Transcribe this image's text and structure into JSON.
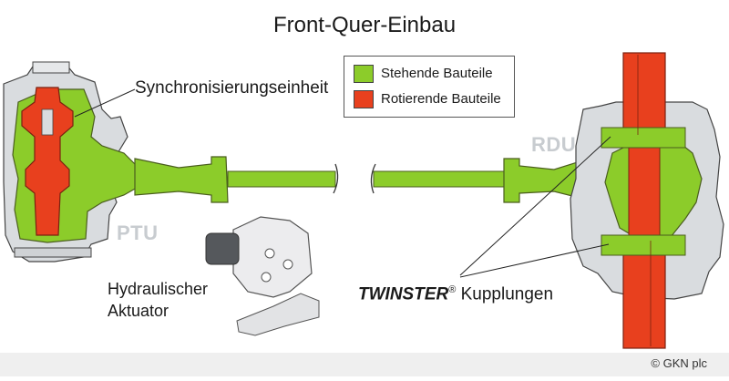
{
  "title": "Front-Quer-Einbau",
  "labels": {
    "sync": "Synchronisierungseinheit",
    "hyd_line1": "Hydraulischer",
    "hyd_line2": "Aktuator",
    "twinster_brand": "TWINSTER",
    "twinster_reg": "®",
    "twinster_rest": " Kupplungen",
    "ptu": "PTU",
    "rdu": "RDU"
  },
  "legend": [
    {
      "label": "Stehende Bauteile",
      "color": "#8ccc2a"
    },
    {
      "label": "Rotierende Bauteile",
      "color": "#e8401e"
    }
  ],
  "copyright": "© GKN plc",
  "colors": {
    "static": "#8ccc2a",
    "rotating": "#e8401e",
    "housing": "#d9dcdf",
    "outline": "#444444",
    "ghost_label": "#c8ccd0"
  }
}
